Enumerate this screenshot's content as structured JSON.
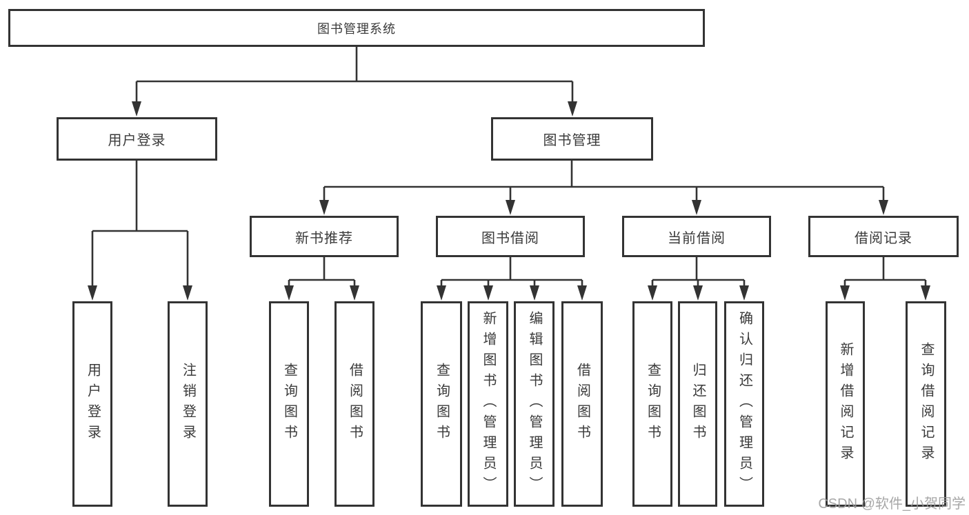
{
  "diagram": {
    "title_node": "图书管理系统",
    "branches": [
      {
        "label": "用户登录",
        "children": [
          {
            "label": "用户登录"
          },
          {
            "label": "注销登录"
          }
        ]
      },
      {
        "label": "图书管理",
        "children": [
          {
            "label": "新书推荐",
            "children": [
              {
                "label": "查询图书"
              },
              {
                "label": "借阅图书"
              }
            ]
          },
          {
            "label": "图书借阅",
            "children": [
              {
                "label": "查询图书"
              },
              {
                "label": "新增图书（管理员）"
              },
              {
                "label": "编辑图书（管理员）"
              },
              {
                "label": "借阅图书"
              }
            ]
          },
          {
            "label": "当前借阅",
            "children": [
              {
                "label": "查询图书"
              },
              {
                "label": "归还图书"
              },
              {
                "label": "确认归还（管理员）"
              }
            ]
          },
          {
            "label": "借阅记录",
            "children": [
              {
                "label": "新增借阅记录"
              },
              {
                "label": "查询借阅记录"
              }
            ]
          }
        ]
      }
    ]
  },
  "watermark": "CSDN @软件_小贺同学",
  "colors": {
    "line": "#333333",
    "box_border": "#333333",
    "text": "#3a3a3a",
    "watermark": "#9b9b9b",
    "background": "#ffffff"
  }
}
